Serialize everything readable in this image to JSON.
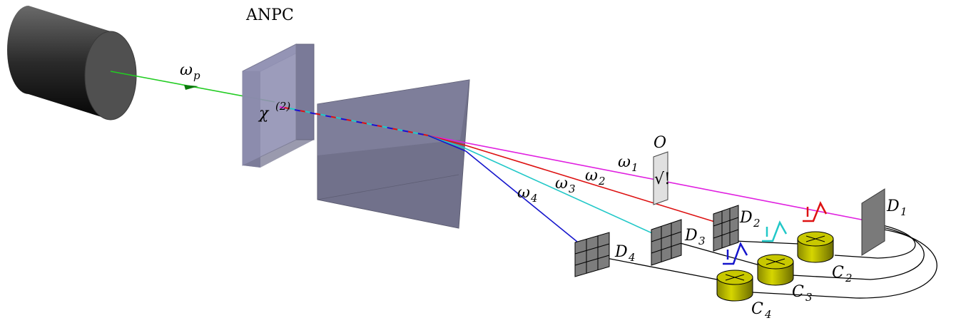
{
  "labels": {
    "anpc": "ANPC",
    "chi": "χ",
    "chi_order": "(2)",
    "omega": "ω",
    "pump_sub": "p",
    "sub_1": "1",
    "sub_2": "2",
    "sub_3": "3",
    "sub_4": "4",
    "operator": "O",
    "detector": "D",
    "counter": "C",
    "sqrt_symbol": "√!"
  },
  "colors": {
    "pump": "#22cc22",
    "omega1": "#e020e0",
    "omega2": "#dd1111",
    "omega3": "#22c8c8",
    "omega4": "#1515cc",
    "crystal": "#8c8cb0",
    "prism": "#77778f",
    "counter": "#c8c800",
    "detector": "#7a7a7a"
  }
}
